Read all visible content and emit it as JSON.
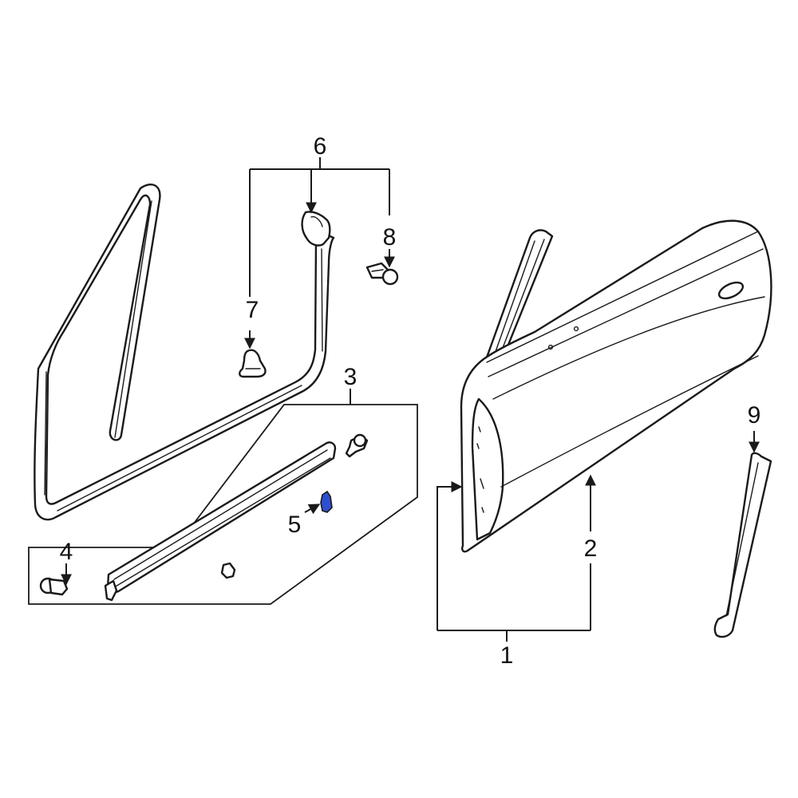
{
  "callouts": {
    "c1": "1",
    "c2": "2",
    "c3": "3",
    "c4": "4",
    "c5": "5",
    "c6": "6",
    "c7": "7",
    "c8": "8",
    "c9": "9"
  },
  "colors": {
    "line": "#1a1a1a",
    "highlight_part": "#2e4fd0"
  },
  "highlighted_part": "5"
}
